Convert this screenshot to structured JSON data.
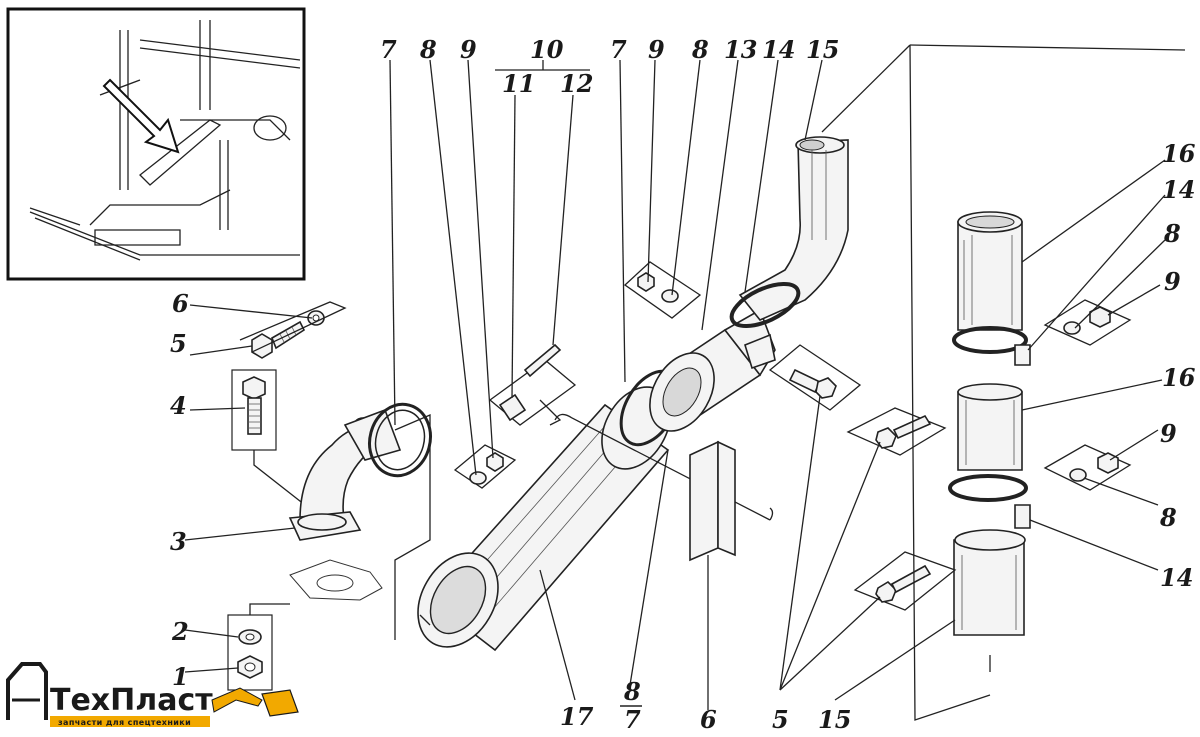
{
  "diagram": {
    "callouts": {
      "c1": "1",
      "c2": "2",
      "c3": "3",
      "c4": "4",
      "c5_left": "5",
      "c5_bottom": "5",
      "c6_top": "6",
      "c6_bottom": "6",
      "c7_left": "7",
      "c7_mid": "7",
      "c7_bottom": "7",
      "c8_left": "8",
      "c8_mid": "8",
      "c8_bottom": "8",
      "c8_right_top": "8",
      "c8_right_bottom": "8",
      "c9_left": "9",
      "c9_mid": "9",
      "c9_right_top": "9",
      "c9_right_bottom": "9",
      "c10": "10",
      "c11": "11",
      "c12": "12",
      "c13": "13",
      "c14_mid": "14",
      "c14_right_top": "14",
      "c14_right_bottom": "14",
      "c15_top": "15",
      "c15_bottom": "15",
      "c16_top": "16",
      "c16_mid": "16",
      "c17": "17"
    }
  },
  "logo": {
    "brand": "ТехПласт",
    "tagline": "запчасти для спецтехники",
    "color_main": "#1a1a1a",
    "color_accent": "#f2a900"
  }
}
